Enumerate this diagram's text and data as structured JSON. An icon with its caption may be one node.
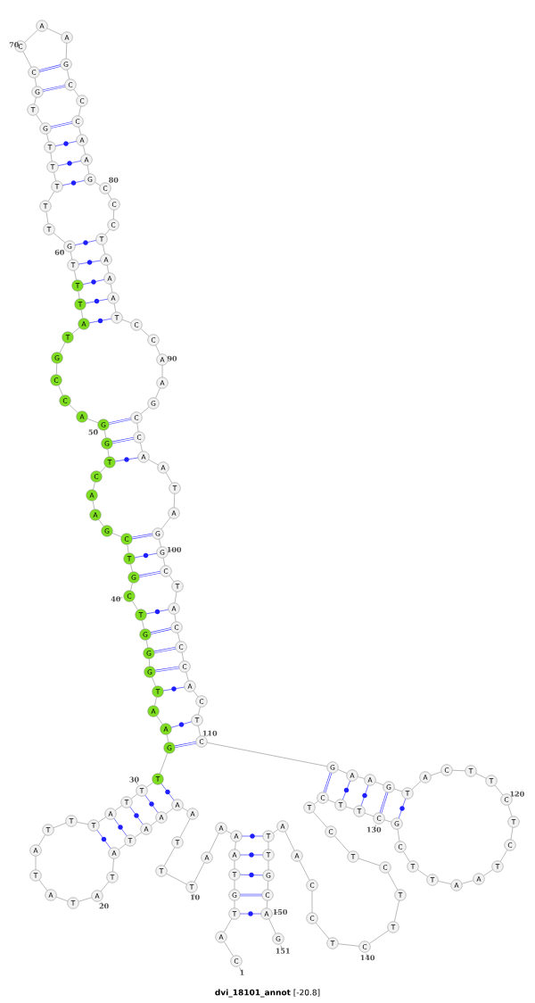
{
  "diagram": {
    "caption": "**dvi_18101_annot** [-20.8]",
    "nodes": [
      {
        "text": [
          "C"
        ],
        "beside": [
          "1"
        ]
      },
      {
        "text": [
          "A"
        ]
      },
      {
        "text": [
          "T"
        ]
      },
      {
        "text": [
          "G"
        ]
      },
      {
        "text": [
          "T"
        ]
      },
      {
        "text": [
          "A"
        ]
      },
      {
        "text": [
          "A"
        ]
      },
      {
        "text": [
          "A"
        ]
      },
      {
        "text": [
          "A"
        ]
      },
      {
        "text": [
          "T"
        ],
        "beside": [
          "10"
        ]
      },
      {
        "text": [
          "T"
        ]
      },
      {
        "text": [
          "T"
        ]
      },
      {
        "text": [
          "A"
        ]
      },
      {
        "text": [
          "A"
        ]
      },
      {
        "text": [
          "A"
        ]
      },
      {
        "text": [
          "A"
        ]
      },
      {
        "text": [
          "T"
        ]
      },
      {
        "text": [
          "A"
        ]
      },
      {
        "text": [
          "T"
        ]
      },
      {
        "text": [
          "A"
        ],
        "beside": [
          "20"
        ]
      },
      {
        "text": [
          "T"
        ]
      },
      {
        "text": [
          "A"
        ]
      },
      {
        "text": [
          "T"
        ]
      },
      {
        "text": [
          "A"
        ]
      },
      {
        "text": [
          "T"
        ]
      },
      {
        "text": [
          "T"
        ]
      },
      {
        "text": [
          "T"
        ]
      },
      {
        "text": [
          "A"
        ]
      },
      {
        "text": [
          "T"
        ]
      },
      {
        "text": [
          "T"
        ],
        "beside": [
          "30"
        ]
      },
      {
        "text": [
          "T"
        ]
      },
      {
        "text": [
          "G"
        ]
      },
      {
        "text": [
          "A"
        ]
      },
      {
        "text": [
          "A"
        ]
      },
      {
        "text": [
          "T"
        ]
      },
      {
        "text": [
          "G"
        ]
      },
      {
        "text": [
          "G"
        ]
      },
      {
        "text": [
          "G"
        ]
      },
      {
        "text": [
          "T"
        ]
      },
      {
        "text": [
          "C"
        ],
        "beside": [
          "40"
        ]
      },
      {
        "text": [
          "G"
        ]
      },
      {
        "text": [
          "T"
        ]
      },
      {
        "text": [
          "C"
        ]
      },
      {
        "text": [
          "G"
        ]
      },
      {
        "text": [
          "A"
        ]
      },
      {
        "text": [
          "A"
        ]
      },
      {
        "text": [
          "C"
        ]
      },
      {
        "text": [
          "T"
        ]
      },
      {
        "text": [
          "G"
        ]
      },
      {
        "text": [
          "G"
        ],
        "beside": [
          "50"
        ]
      },
      {
        "text": [
          "A"
        ]
      },
      {
        "text": [
          "C"
        ]
      },
      {
        "text": [
          "C"
        ]
      },
      {
        "text": [
          "G"
        ]
      },
      {
        "text": [
          "T"
        ]
      },
      {
        "text": [
          "A"
        ]
      },
      {
        "text": [
          "T"
        ]
      },
      {
        "text": [
          "T"
        ]
      },
      {
        "text": [
          "T"
        ]
      },
      {
        "text": [
          "G"
        ],
        "beside": [
          "60"
        ]
      },
      {
        "text": [
          "T"
        ]
      },
      {
        "text": [
          "T"
        ]
      },
      {
        "text": [
          "T"
        ]
      },
      {
        "text": [
          "T"
        ]
      },
      {
        "text": [
          "T"
        ]
      },
      {
        "text": [
          "G"
        ]
      },
      {
        "text": [
          "T"
        ]
      },
      {
        "text": [
          "G"
        ]
      },
      {
        "text": [
          "C"
        ]
      },
      {
        "text": [
          "C"
        ],
        "beside": [
          "70"
        ]
      },
      {
        "text": [
          "A"
        ]
      },
      {
        "text": [
          "A"
        ]
      },
      {
        "text": [
          "G"
        ]
      },
      {
        "text": [
          "C"
        ]
      },
      {
        "text": [
          "C"
        ]
      },
      {
        "text": [
          "C"
        ]
      },
      {
        "text": [
          "A"
        ]
      },
      {
        "text": [
          "A"
        ]
      },
      {
        "text": [
          "G"
        ]
      },
      {
        "text": [
          "C"
        ],
        "beside": [
          "80"
        ]
      },
      {
        "text": [
          "C"
        ]
      },
      {
        "text": [
          "C"
        ]
      },
      {
        "text": [
          "T"
        ]
      },
      {
        "text": [
          "A"
        ]
      },
      {
        "text": [
          "A"
        ]
      },
      {
        "text": [
          "A"
        ]
      },
      {
        "text": [
          "T"
        ]
      },
      {
        "text": [
          "C"
        ]
      },
      {
        "text": [
          "C"
        ]
      },
      {
        "text": [
          "A"
        ],
        "beside": [
          "90"
        ]
      },
      {
        "text": [
          "A"
        ]
      },
      {
        "text": [
          "G"
        ]
      },
      {
        "text": [
          "C"
        ]
      },
      {
        "text": [
          "C"
        ]
      },
      {
        "text": [
          "A"
        ]
      },
      {
        "text": [
          "A"
        ]
      },
      {
        "text": [
          "T"
        ]
      },
      {
        "text": [
          "A"
        ]
      },
      {
        "text": [
          "G"
        ]
      },
      {
        "text": [
          "G"
        ],
        "beside": [
          "100"
        ]
      },
      {
        "text": [
          "C"
        ]
      },
      {
        "text": [
          "T"
        ]
      },
      {
        "text": [
          "A"
        ]
      },
      {
        "text": [
          "C"
        ]
      },
      {
        "text": [
          "C"
        ]
      },
      {
        "text": [
          "C"
        ]
      },
      {
        "text": [
          "A"
        ]
      },
      {
        "text": [
          "C"
        ]
      },
      {
        "text": [
          "T"
        ]
      },
      {
        "text": [
          "C"
        ],
        "beside": [
          "110"
        ]
      },
      {
        "text": [
          "G"
        ]
      },
      {
        "text": [
          "A"
        ]
      },
      {
        "text": [
          "A"
        ]
      },
      {
        "text": [
          "G"
        ]
      },
      {
        "text": [
          "T"
        ]
      },
      {
        "text": [
          "A"
        ]
      },
      {
        "text": [
          "C"
        ]
      },
      {
        "text": [
          "T"
        ]
      },
      {
        "text": [
          "T"
        ]
      },
      {
        "text": [
          "C"
        ],
        "beside": [
          "120"
        ]
      },
      {
        "text": [
          "T"
        ]
      },
      {
        "text": [
          "C"
        ]
      },
      {
        "text": [
          "T"
        ]
      },
      {
        "text": [
          "A"
        ]
      },
      {
        "text": [
          "A"
        ]
      },
      {
        "text": [
          "T"
        ]
      },
      {
        "text": [
          "T"
        ]
      },
      {
        "text": [
          "C"
        ]
      },
      {
        "text": [
          "G"
        ]
      },
      {
        "text": [
          "C"
        ],
        "beside": [
          "130"
        ]
      },
      {
        "text": [
          "T"
        ]
      },
      {
        "text": [
          "T"
        ]
      },
      {
        "text": [
          "C"
        ]
      },
      {
        "text": [
          "T"
        ]
      },
      {
        "text": [
          "C"
        ]
      },
      {
        "text": [
          "T"
        ]
      },
      {
        "text": [
          "C"
        ]
      },
      {
        "text": [
          "T"
        ]
      },
      {
        "text": [
          "T"
        ]
      },
      {
        "text": [
          "C"
        ],
        "beside": [
          "140"
        ]
      },
      {
        "text": [
          "T"
        ]
      },
      {
        "text": [
          "C"
        ]
      },
      {
        "text": [
          "C"
        ]
      },
      {
        "text": [
          "A"
        ]
      },
      {
        "text": [
          "A"
        ]
      },
      {
        "text": [
          "T"
        ]
      },
      {
        "text": [
          "T"
        ]
      },
      {
        "text": [
          "G"
        ]
      },
      {
        "text": [
          "C"
        ]
      },
      {
        "text": [
          "A"
        ],
        "beside": [
          "150"
        ]
      },
      {
        "text": [
          "G"
        ],
        "beside": [
          "151"
        ]
      }
    ],
    "edges": [
      {
        "from": 0,
        "to": 1,
        "arrow": "none"
      },
      {
        "from": 1,
        "to": 2,
        "arrow": "none"
      },
      {
        "from": 2,
        "to": 3,
        "arrow": "none"
      },
      {
        "from": 3,
        "to": 4,
        "arrow": "none"
      },
      {
        "from": 4,
        "to": 5,
        "arrow": "none"
      },
      {
        "from": 5,
        "to": 6,
        "arrow": "none"
      },
      {
        "from": 6,
        "to": 7,
        "arrow": "none"
      },
      {
        "from": 7,
        "to": 8,
        "arrow": "none"
      },
      {
        "from": 8,
        "to": 9,
        "arrow": "none"
      },
      {
        "from": 9,
        "to": 10,
        "arrow": "none"
      },
      {
        "from": 10,
        "to": 11,
        "arrow": "none"
      },
      {
        "from": 11,
        "to": 12,
        "arrow": "none"
      },
      {
        "from": 12,
        "to": 13,
        "arrow": "none"
      },
      {
        "from": 13,
        "to": 14,
        "arrow": "none"
      },
      {
        "from": 14,
        "to": 15,
        "arrow": "none"
      },
      {
        "from": 15,
        "to": 16,
        "arrow": "none"
      },
      {
        "from": 16,
        "to": 17,
        "arrow": "none"
      },
      {
        "from": 17,
        "to": 18,
        "arrow": "none"
      },
      {
        "from": 18,
        "to": 19,
        "arrow": "none"
      },
      {
        "from": 19,
        "to": 20,
        "arrow": "none"
      },
      {
        "from": 20,
        "to": 21,
        "arrow": "none"
      },
      {
        "from": 21,
        "to": 22,
        "arrow": "none"
      },
      {
        "from": 22,
        "to": 23,
        "arrow": "none"
      },
      {
        "from": 23,
        "to": 24,
        "arrow": "none"
      },
      {
        "from": 24,
        "to": 25,
        "arrow": "none"
      },
      {
        "from": 25,
        "to": 26,
        "arrow": "none"
      },
      {
        "from": 26,
        "to": 27,
        "arrow": "none"
      },
      {
        "from": 27,
        "to": 28,
        "arrow": "none"
      },
      {
        "from": 28,
        "to": 29,
        "arrow": "none"
      },
      {
        "from": 29,
        "to": 30,
        "arrow": "none"
      },
      {
        "from": 30,
        "to": 31,
        "arrow": "none"
      },
      {
        "from": 31,
        "to": 32,
        "arrow": "none"
      },
      {
        "from": 32,
        "to": 33,
        "arrow": "none"
      },
      {
        "from": 33,
        "to": 34,
        "arrow": "none"
      },
      {
        "from": 34,
        "to": 35,
        "arrow": "none"
      },
      {
        "from": 35,
        "to": 36,
        "arrow": "none"
      },
      {
        "from": 36,
        "to": 37,
        "arrow": "none"
      },
      {
        "from": 37,
        "to": 38,
        "arrow": "none"
      },
      {
        "from": 38,
        "to": 39,
        "arrow": "none"
      },
      {
        "from": 39,
        "to": 40,
        "arrow": "none"
      },
      {
        "from": 40,
        "to": 41,
        "arrow": "none"
      },
      {
        "from": 41,
        "to": 42,
        "arrow": "none"
      },
      {
        "from": 42,
        "to": 43,
        "arrow": "none"
      },
      {
        "from": 43,
        "to": 44,
        "arrow": "none"
      },
      {
        "from": 44,
        "to": 45,
        "arrow": "none"
      },
      {
        "from": 45,
        "to": 46,
        "arrow": "none"
      },
      {
        "from": 46,
        "to": 47,
        "arrow": "none"
      },
      {
        "from": 47,
        "to": 48,
        "arrow": "none"
      },
      {
        "from": 48,
        "to": 49,
        "arrow": "none"
      },
      {
        "from": 49,
        "to": 50,
        "arrow": "none"
      },
      {
        "from": 50,
        "to": 51,
        "arrow": "none"
      },
      {
        "from": 51,
        "to": 52,
        "arrow": "none"
      },
      {
        "from": 52,
        "to": 53,
        "arrow": "none"
      },
      {
        "from": 53,
        "to": 54,
        "arrow": "none"
      },
      {
        "from": 54,
        "to": 55,
        "arrow": "none"
      },
      {
        "from": 55,
        "to": 56,
        "arrow": "none"
      },
      {
        "from": 56,
        "to": 57,
        "arrow": "none"
      },
      {
        "from": 57,
        "to": 58,
        "arrow": "none"
      },
      {
        "from": 58,
        "to": 59,
        "arrow": "none"
      },
      {
        "from": 59,
        "to": 60,
        "arrow": "none"
      },
      {
        "from": 60,
        "to": 61,
        "arrow": "none"
      },
      {
        "from": 61,
        "to": 62,
        "arrow": "none"
      },
      {
        "from": 62,
        "to": 63,
        "arrow": "none"
      },
      {
        "from": 63,
        "to": 64,
        "arrow": "none"
      },
      {
        "from": 64,
        "to": 65,
        "arrow": "none"
      },
      {
        "from": 65,
        "to": 66,
        "arrow": "none"
      },
      {
        "from": 66,
        "to": 67,
        "arrow": "none"
      },
      {
        "from": 67,
        "to": 68,
        "arrow": "none"
      },
      {
        "from": 68,
        "to": 69,
        "arrow": "none"
      },
      {
        "from": 69,
        "to": 70,
        "arrow": "none"
      },
      {
        "from": 70,
        "to": 71,
        "arrow": "none"
      },
      {
        "from": 71,
        "to": 72,
        "arrow": "none"
      },
      {
        "from": 72,
        "to": 73,
        "arrow": "none"
      },
      {
        "from": 73,
        "to": 74,
        "arrow": "none"
      },
      {
        "from": 74,
        "to": 75,
        "arrow": "none"
      },
      {
        "from": 75,
        "to": 76,
        "arrow": "none"
      },
      {
        "from": 76,
        "to": 77,
        "arrow": "none"
      },
      {
        "from": 77,
        "to": 78,
        "arrow": "none"
      },
      {
        "from": 78,
        "to": 79,
        "arrow": "none"
      },
      {
        "from": 79,
        "to": 80,
        "arrow": "none"
      },
      {
        "from": 80,
        "to": 81,
        "arrow": "none"
      },
      {
        "from": 81,
        "to": 82,
        "arrow": "none"
      },
      {
        "from": 82,
        "to": 83,
        "arrow": "none"
      },
      {
        "from": 83,
        "to": 84,
        "arrow": "none"
      },
      {
        "from": 84,
        "to": 85,
        "arrow": "none"
      },
      {
        "from": 85,
        "to": 86,
        "arrow": "none"
      },
      {
        "from": 86,
        "to": 87,
        "arrow": "none"
      },
      {
        "from": 87,
        "to": 88,
        "arrow": "none"
      },
      {
        "from": 88,
        "to": 89,
        "arrow": "none"
      },
      {
        "from": 89,
        "to": 90,
        "arrow": "none"
      },
      {
        "from": 90,
        "to": 91,
        "arrow": "none"
      },
      {
        "from": 91,
        "to": 92,
        "arrow": "none"
      },
      {
        "from": 92,
        "to": 93,
        "arrow": "none"
      },
      {
        "from": 93,
        "to": 94,
        "arrow": "none"
      },
      {
        "from": 94,
        "to": 95,
        "arrow": "none"
      },
      {
        "from": 95,
        "to": 96,
        "arrow": "none"
      },
      {
        "from": 96,
        "to": 97,
        "arrow": "none"
      },
      {
        "from": 97,
        "to": 98,
        "arrow": "none"
      },
      {
        "from": 98,
        "to": 99,
        "arrow": "none"
      },
      {
        "from": 99,
        "to": 100,
        "arrow": "none"
      },
      {
        "from": 100,
        "to": 101,
        "arrow": "none"
      },
      {
        "from": 101,
        "to": 102,
        "arrow": "none"
      },
      {
        "from": 102,
        "to": 103,
        "arrow": "none"
      },
      {
        "from": 103,
        "to": 104,
        "arrow": "none"
      },
      {
        "from": 104,
        "to": 105,
        "arrow": "none"
      },
      {
        "from": 105,
        "to": 106,
        "arrow": "none"
      },
      {
        "from": 106,
        "to": 107,
        "arrow": "none"
      },
      {
        "from": 107,
        "to": 108,
        "arrow": "none"
      },
      {
        "from": 108,
        "to": 109,
        "arrow": "none"
      },
      {
        "from": 109,
        "to": 110,
        "arrow": "none"
      },
      {
        "from": 110,
        "to": 111,
        "arrow": "none"
      },
      {
        "from": 111,
        "to": 112,
        "arrow": "none"
      },
      {
        "from": 112,
        "to": 113,
        "arrow": "none"
      },
      {
        "from": 113,
        "to": 114,
        "arrow": "none"
      },
      {
        "from": 114,
        "to": 115,
        "arrow": "none"
      },
      {
        "from": 115,
        "to": 116,
        "arrow": "none"
      },
      {
        "from": 116,
        "to": 117,
        "arrow": "none"
      },
      {
        "from": 117,
        "to": 118,
        "arrow": "none"
      },
      {
        "from": 118,
        "to": 119,
        "arrow": "none"
      },
      {
        "from": 119,
        "to": 120,
        "arrow": "none"
      },
      {
        "from": 120,
        "to": 121,
        "arrow": "none"
      },
      {
        "from": 121,
        "to": 122,
        "arrow": "none"
      },
      {
        "from": 122,
        "to": 123,
        "arrow": "none"
      },
      {
        "from": 123,
        "to": 124,
        "arrow": "none"
      },
      {
        "from": 124,
        "to": 125,
        "arrow": "none"
      },
      {
        "from": 125,
        "to": 126,
        "arrow": "none"
      },
      {
        "from": 126,
        "to": 127,
        "arrow": "none"
      },
      {
        "from": 127,
        "to": 128,
        "arrow": "none"
      },
      {
        "from": 128,
        "to": 129,
        "arrow": "none"
      },
      {
        "from": 129,
        "to": 130,
        "arrow": "none"
      },
      {
        "from": 130,
        "to": 131,
        "arrow": "none"
      },
      {
        "from": 131,
        "to": 132,
        "arrow": "none"
      },
      {
        "from": 132,
        "to": 133,
        "arrow": "none"
      },
      {
        "from": 133,
        "to": 134,
        "arrow": "none"
      },
      {
        "from": 134,
        "to": 135,
        "arrow": "none"
      },
      {
        "from": 135,
        "to": 136,
        "arrow": "none"
      },
      {
        "from": 136,
        "to": 137,
        "arrow": "none"
      },
      {
        "from": 137,
        "to": 138,
        "arrow": "none"
      },
      {
        "from": 138,
        "to": 139,
        "arrow": "none"
      },
      {
        "from": 139,
        "to": 140,
        "arrow": "none"
      },
      {
        "from": 140,
        "to": 141,
        "arrow": "none"
      },
      {
        "from": 141,
        "to": 142,
        "arrow": "none"
      },
      {
        "from": 142,
        "to": 143,
        "arrow": "none"
      },
      {
        "from": 143,
        "to": 144,
        "arrow": "none"
      },
      {
        "from": 144,
        "to": 145,
        "arrow": "none"
      },
      {
        "from": 145,
        "to": 146,
        "arrow": "none"
      },
      {
        "from": 146,
        "to": 147,
        "arrow": "none"
      },
      {
        "from": 147,
        "to": 148,
        "arrow": "none"
      },
      {
        "from": 148,
        "to": 149,
        "arrow": "none"
      },
      {
        "from": 149,
        "to": 150,
        "arrow": "none"
      },
      {
        "from": 2,
        "to": 149,
        "arrow": "none",
        "color": "#1f1fff"
      },
      {
        "from": 3,
        "to": 148,
        "arrow": "none",
        "color": "#3a3aff",
        "style": "thick"
      },
      {
        "from": 4,
        "to": 147,
        "arrow": "none",
        "color": "#1f1fff"
      },
      {
        "from": 5,
        "to": 146,
        "arrow": "none",
        "color": "#1f1fff"
      },
      {
        "from": 6,
        "to": 145,
        "arrow": "none",
        "color": "#1f1fff"
      },
      {
        "from": 13,
        "to": 30,
        "arrow": "none",
        "color": "#1f1fff"
      },
      {
        "from": 14,
        "to": 29,
        "arrow": "none",
        "color": "#1f1fff"
      },
      {
        "from": 15,
        "to": 28,
        "arrow": "none",
        "color": "#1f1fff"
      },
      {
        "from": 16,
        "to": 27,
        "arrow": "none",
        "color": "#1f1fff"
      },
      {
        "from": 17,
        "to": 26,
        "arrow": "none",
        "color": "#1f1fff"
      },
      {
        "from": 31,
        "to": 109,
        "arrow": "none",
        "color": "#3a3aff",
        "style": "thick"
      },
      {
        "from": 32,
        "to": 108,
        "arrow": "none",
        "color": "#1f1fff"
      },
      {
        "from": 34,
        "to": 106,
        "arrow": "none",
        "color": "#1f1fff"
      },
      {
        "from": 35,
        "to": 105,
        "arrow": "none",
        "color": "#3a3aff",
        "style": "thick"
      },
      {
        "from": 36,
        "to": 104,
        "arrow": "none",
        "color": "#3a3aff",
        "style": "thick"
      },
      {
        "from": 37,
        "to": 103,
        "arrow": "none",
        "color": "#3a3aff",
        "style": "thick"
      },
      {
        "from": 38,
        "to": 102,
        "arrow": "none",
        "color": "#1f1fff"
      },
      {
        "from": 40,
        "to": 100,
        "arrow": "none",
        "color": "#3a3aff",
        "style": "thick"
      },
      {
        "from": 41,
        "to": 99,
        "arrow": "none",
        "color": "#1f1fff"
      },
      {
        "from": 42,
        "to": 98,
        "arrow": "none",
        "color": "#3a3aff",
        "style": "thick"
      },
      {
        "from": 47,
        "to": 94,
        "arrow": "none",
        "color": "#1f1fff"
      },
      {
        "from": 48,
        "to": 93,
        "arrow": "none",
        "color": "#3a3aff",
        "style": "thick"
      },
      {
        "from": 49,
        "to": 92,
        "arrow": "none",
        "color": "#3a3aff",
        "style": "thick"
      },
      {
        "from": 55,
        "to": 86,
        "arrow": "none",
        "color": "#1f1fff"
      },
      {
        "from": 56,
        "to": 85,
        "arrow": "none",
        "color": "#1f1fff"
      },
      {
        "from": 57,
        "to": 84,
        "arrow": "none",
        "color": "#1f1fff"
      },
      {
        "from": 58,
        "to": 83,
        "arrow": "none",
        "color": "#1f1fff"
      },
      {
        "from": 59,
        "to": 82,
        "arrow": "none",
        "color": "#1f1fff"
      },
      {
        "from": 62,
        "to": 78,
        "arrow": "none",
        "color": "#1f1fff"
      },
      {
        "from": 63,
        "to": 77,
        "arrow": "none",
        "color": "#1f1fff"
      },
      {
        "from": 64,
        "to": 76,
        "arrow": "none",
        "color": "#1f1fff"
      },
      {
        "from": 65,
        "to": 75,
        "arrow": "none",
        "color": "#3a3aff",
        "style": "thick"
      },
      {
        "from": 67,
        "to": 73,
        "arrow": "none",
        "color": "#3a3aff",
        "style": "thick"
      },
      {
        "from": 68,
        "to": 72,
        "arrow": "none",
        "color": "#3a3aff",
        "style": "thick"
      },
      {
        "from": 110,
        "to": 132,
        "arrow": "none",
        "color": "#3a3aff",
        "style": "thick"
      },
      {
        "from": 111,
        "to": 131,
        "arrow": "none",
        "color": "#1f1fff"
      },
      {
        "from": 112,
        "to": 130,
        "arrow": "none",
        "color": "#1f1fff"
      },
      {
        "from": 113,
        "to": 129,
        "arrow": "none",
        "color": "#3a3aff",
        "style": "thick"
      },
      {
        "from": 114,
        "to": 128,
        "arrow": "none",
        "color": "#1f1fff"
      }
    ]
  }
}
